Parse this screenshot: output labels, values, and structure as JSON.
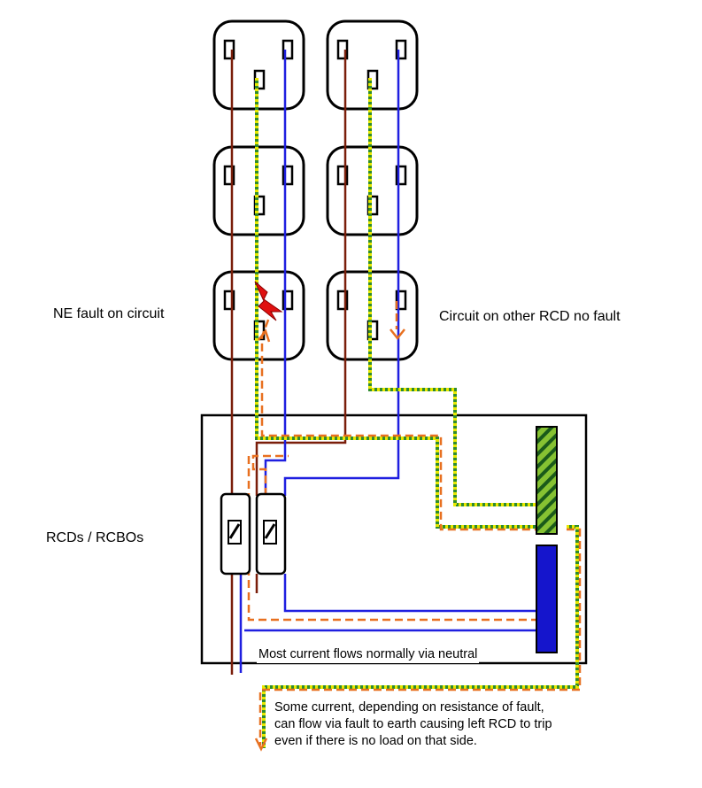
{
  "labels": {
    "ne_fault": "NE fault on circuit",
    "other_rcd": "Circuit on other RCD no fault",
    "rcds": "RCDs / RCBOs"
  },
  "notes": {
    "neutral_flow": "Most current flows normally via neutral",
    "fault_flow": [
      "Some current, depending on resistance of fault,",
      "can flow via fault to earth causing left RCD to trip",
      "even if there is no load on that side."
    ]
  },
  "colors": {
    "line": "#000000",
    "live": "#7a1e0a",
    "neutral": "#1f1fe0",
    "earth_green": "#2e8b2e",
    "earth_yellow": "#e8e800",
    "fault_path": "#e87020",
    "earth_bar_green": "#86c232",
    "neutral_bar": "#1515cc",
    "fault_spark": "#e01010"
  },
  "icons": [
    "socket-outlet-icon",
    "fault-spark-icon",
    "rcd-switch-icon",
    "earth-bar-icon",
    "neutral-bar-icon"
  ]
}
